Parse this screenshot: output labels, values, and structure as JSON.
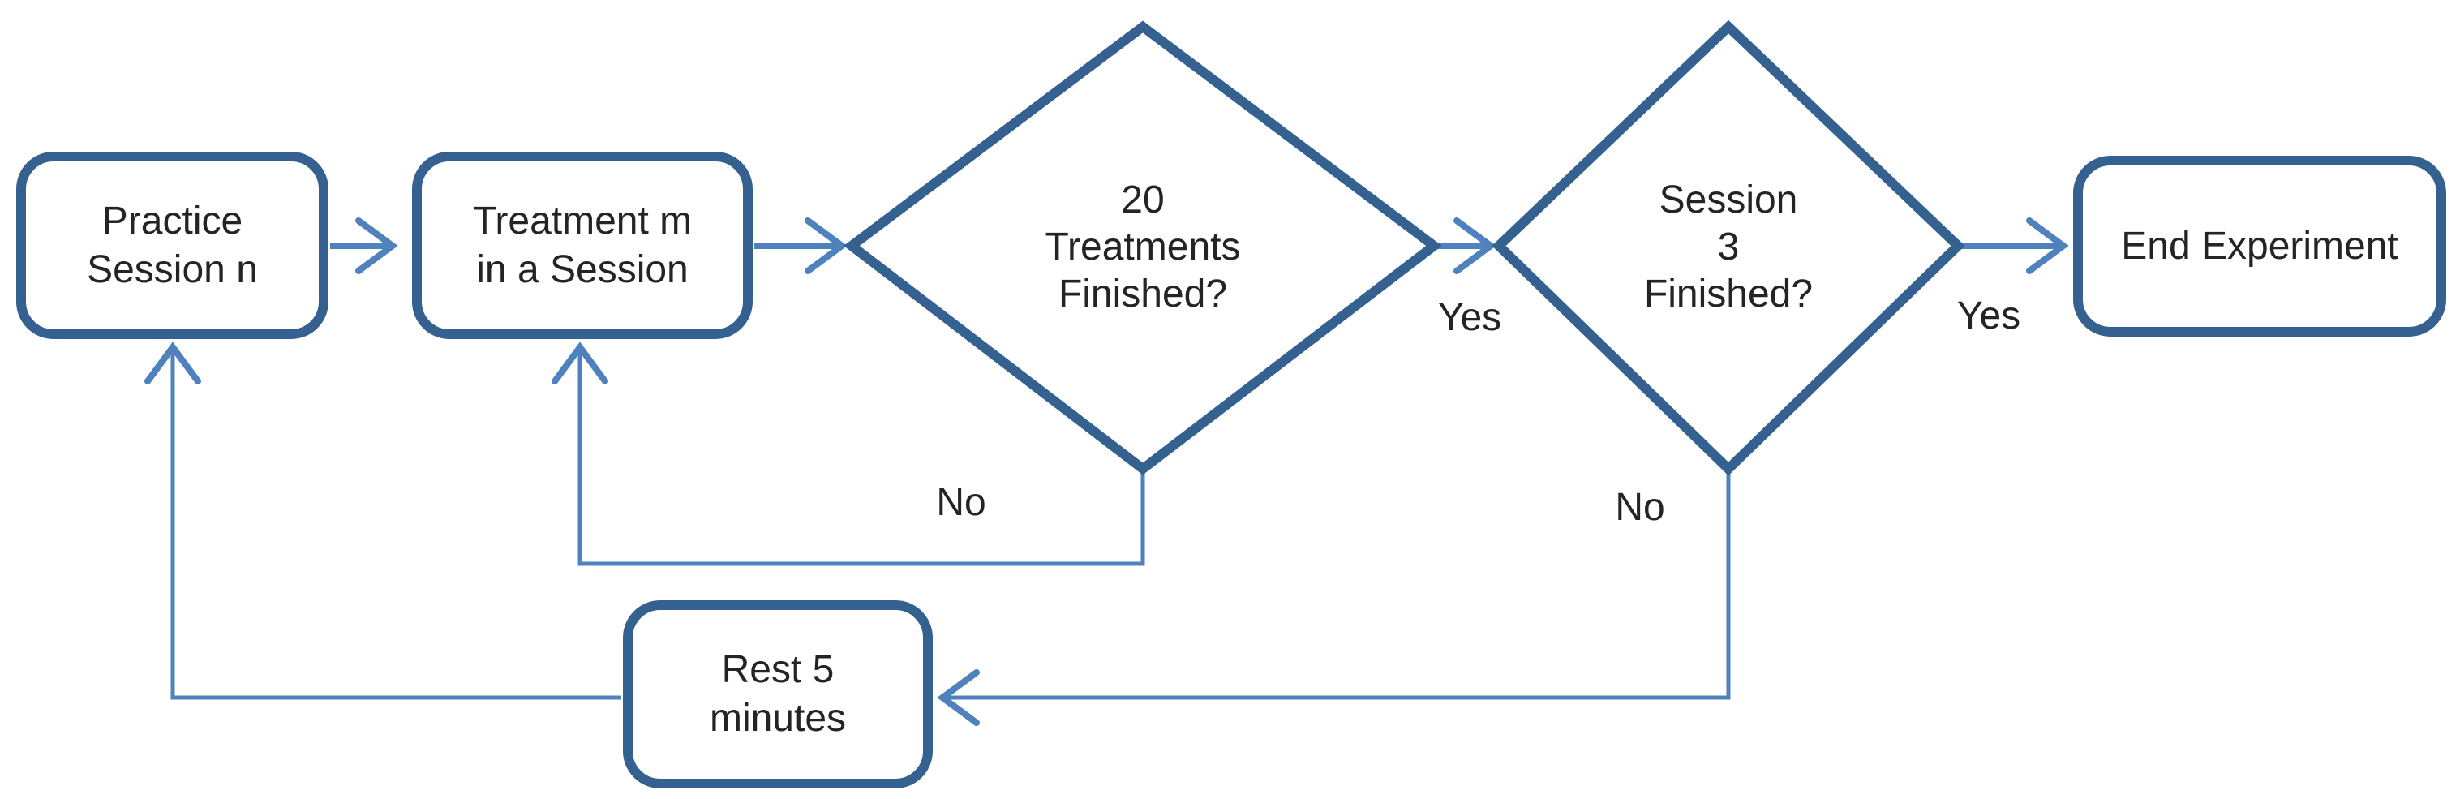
{
  "diagram": {
    "type": "flowchart",
    "colors": {
      "shape_border": "#34618F",
      "connector": "#4F81BD",
      "text": "#242424",
      "background": "#FFFFFF"
    },
    "nodes": {
      "practice": {
        "label": "Practice\nSession n",
        "shape": "rounded-rectangle"
      },
      "treatment": {
        "label": "Treatment m\nin a Session",
        "shape": "rounded-rectangle"
      },
      "treatments_finished": {
        "label": "20\nTreatments\nFinished?",
        "shape": "decision-diamond"
      },
      "session_finished": {
        "label": "Session\n3\nFinished?",
        "shape": "decision-diamond"
      },
      "end_experiment": {
        "label": "End Experiment",
        "shape": "rounded-rectangle"
      },
      "rest": {
        "label": "Rest 5\nminutes",
        "shape": "rounded-rectangle"
      }
    },
    "edge_labels": {
      "yes1": "Yes",
      "yes2": "Yes",
      "no1": "No",
      "no2": "No"
    },
    "edges": [
      {
        "from": "practice",
        "to": "treatment",
        "label": ""
      },
      {
        "from": "treatment",
        "to": "treatments_finished",
        "label": ""
      },
      {
        "from": "treatments_finished",
        "to": "session_finished",
        "label": "Yes"
      },
      {
        "from": "treatments_finished",
        "to": "treatment",
        "label": "No"
      },
      {
        "from": "session_finished",
        "to": "end_experiment",
        "label": "Yes"
      },
      {
        "from": "session_finished",
        "to": "rest",
        "label": "No"
      },
      {
        "from": "rest",
        "to": "practice",
        "label": ""
      }
    ]
  }
}
